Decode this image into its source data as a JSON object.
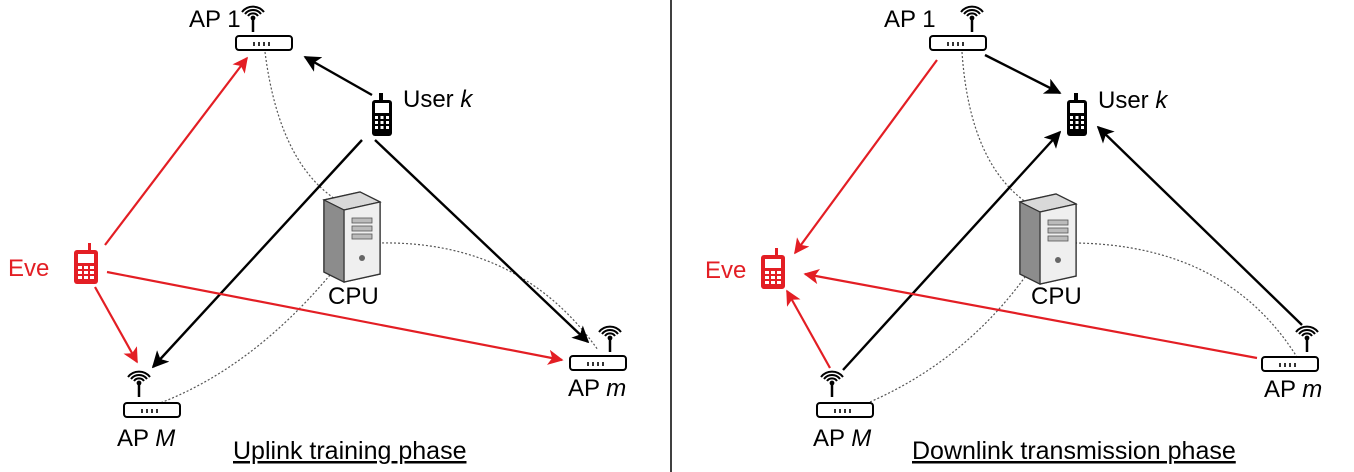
{
  "left_panel": {
    "ap1": {
      "name": "AP",
      "index": "1"
    },
    "user": {
      "name": "User",
      "index": "k"
    },
    "eve": "Eve",
    "cpu": "CPU",
    "apm_small": {
      "name": "AP",
      "index": "m"
    },
    "apM": {
      "name": "AP",
      "index": "M"
    },
    "caption": "Uplink training phase"
  },
  "right_panel": {
    "ap1": {
      "name": "AP",
      "index": "1"
    },
    "user": {
      "name": "User",
      "index": "k"
    },
    "eve": "Eve",
    "cpu": "CPU",
    "apm_small": {
      "name": "AP",
      "index": "m"
    },
    "apM": {
      "name": "AP",
      "index": "M"
    },
    "caption": "Downlink transmission phase"
  },
  "colors": {
    "legit": "#000000",
    "eve": "#e31e24",
    "backhaul": "#555555"
  },
  "icons": [
    "access-point-icon",
    "phone-icon",
    "server-icon",
    "wifi-icon"
  ]
}
